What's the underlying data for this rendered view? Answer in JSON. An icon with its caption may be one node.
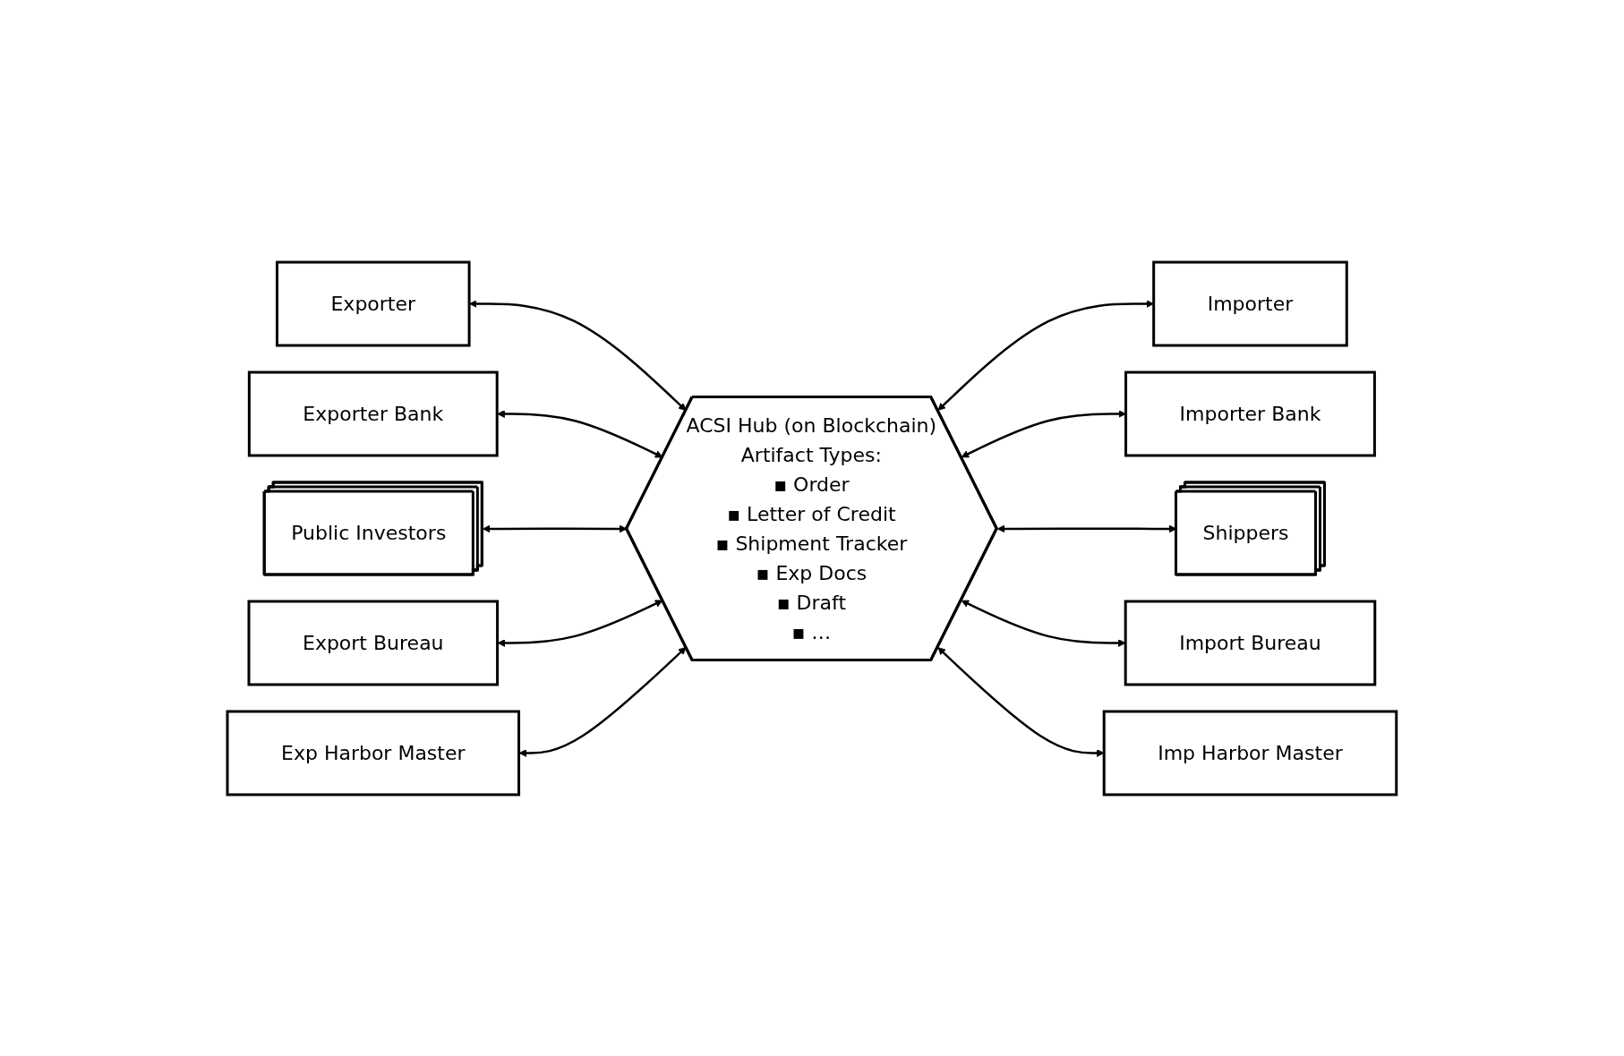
{
  "diagram": {
    "nodes": [
      {
        "text": [
          "Exporter"
        ]
      },
      {
        "text": [
          "Importer"
        ]
      },
      {
        "text": [
          "ACSI Hub (on Blockchain)",
          "Artifact Types:",
          "▪ Order",
          "▪ Letter of Credit",
          "▪ Shipment Tracker",
          "▪ Exp Docs",
          "▪ Draft",
          "▪ …"
        ]
      },
      {
        "text": [
          "Exporter Bank"
        ]
      },
      {
        "text": [
          "Importer Bank"
        ]
      },
      {
        "text": [
          "Public Investors"
        ]
      },
      {
        "text": [
          "Shippers"
        ]
      },
      {
        "text": [
          "Export Bureau"
        ]
      },
      {
        "text": [
          "Import Bureau"
        ]
      },
      {
        "text": [
          "Exp Harbor Master"
        ]
      },
      {
        "text": [
          "Imp Harbor Master"
        ]
      }
    ],
    "edges": [
      {
        "from": 0,
        "to": 2,
        "arrow": "both"
      },
      {
        "from": 2,
        "to": 1,
        "arrow": "both"
      },
      {
        "from": 3,
        "to": 2,
        "arrow": "both"
      },
      {
        "from": 2,
        "to": 4,
        "arrow": "both"
      },
      {
        "from": 5,
        "to": 2,
        "arrow": "both"
      },
      {
        "from": 2,
        "to": 6,
        "arrow": "both"
      },
      {
        "from": 7,
        "to": 2,
        "arrow": "both"
      },
      {
        "from": 2,
        "to": 8,
        "arrow": "both"
      },
      {
        "from": 9,
        "to": 2,
        "arrow": "both"
      },
      {
        "from": 2,
        "to": 10,
        "arrow": "both"
      }
    ]
  }
}
